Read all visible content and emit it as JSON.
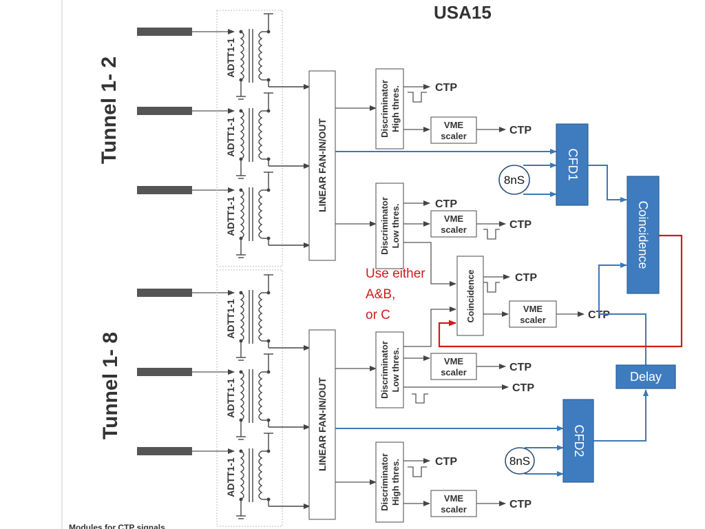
{
  "title": "USA15",
  "groups": {
    "top": "Tunnel 1- 2",
    "bottom": "Tunnel 1- 8"
  },
  "transformer_label": "ADTT1-1",
  "fan_label": "LINEAR FAN-IN/OUT",
  "discriminators": {
    "top_high": [
      "Discriminator",
      "High thres."
    ],
    "top_low": [
      "Discriminator",
      "Low thres."
    ],
    "bottom_low": [
      "Discriminator",
      "Low thres."
    ],
    "bottom_high": [
      "Discriminator",
      "High thres."
    ]
  },
  "scaler": [
    "VME",
    "scaler"
  ],
  "ctp": "CTP",
  "coincidence_small": "Coincidence",
  "coincidence_big": "Coincidence",
  "cfd1": "CFD1",
  "cfd2": "CFD2",
  "delay": "Delay",
  "delay_8ns": "8nS",
  "note": [
    "Use either",
    "A&B,",
    "or C"
  ],
  "footer": "Modules for CTP signals",
  "colors": {
    "blue_module": "#3f7cbf",
    "blue_line": "#3b78b6",
    "red_line": "#d01a1a"
  }
}
